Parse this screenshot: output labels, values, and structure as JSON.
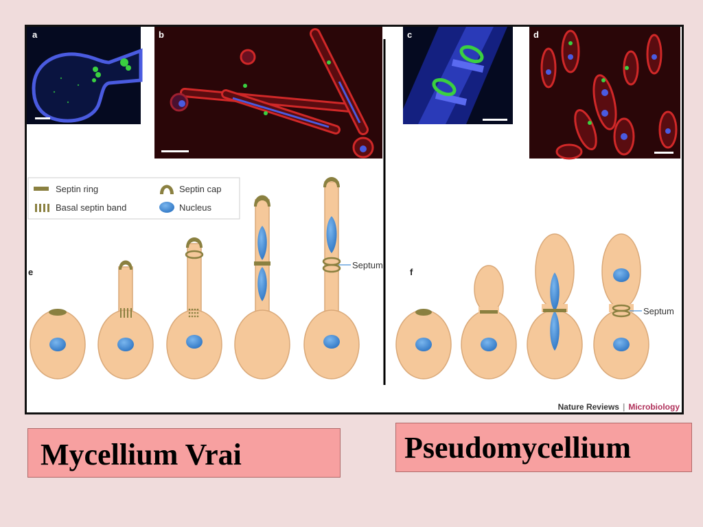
{
  "panels": {
    "a": "a",
    "b": "b",
    "c": "c",
    "d": "d",
    "e": "e",
    "f": "f"
  },
  "legend": {
    "septin_ring": "Septin ring",
    "septin_cap": "Septin cap",
    "basal_septin_band": "Basal septin band",
    "nucleus": "Nucleus"
  },
  "labels": {
    "septum_e": "Septum",
    "septum_f": "Septum"
  },
  "credit": {
    "journal": "Nature Reviews",
    "separator": "|",
    "section": "Microbiology"
  },
  "captions": {
    "left": "Mycellium Vrai",
    "right": "Pseudomycellium"
  },
  "colors": {
    "cell": "#f5c89a",
    "cell_stroke": "#d9a878",
    "septin": "#8a8040",
    "nucleus": "#4a90d8",
    "fluor_blue": "#3a4bd0",
    "fluor_red": "#c82020",
    "fluor_green": "#3ad040",
    "journal_red": "#b0305a"
  }
}
